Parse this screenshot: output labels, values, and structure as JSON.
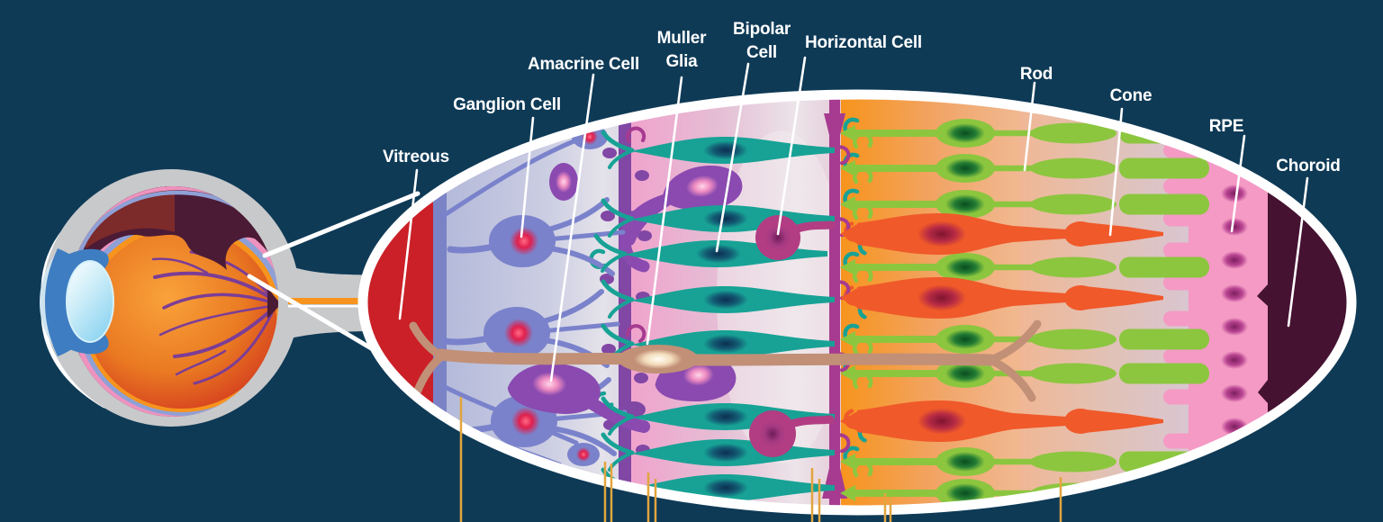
{
  "figure": {
    "description": "Cross-section of a human eye with a magnified elliptical callout of the retina layers and cell types",
    "type": "anatomy-diagram"
  },
  "labels": {
    "vitreous": "Vitreous",
    "ganglion": "Ganglion Cell",
    "amacrine": "Amacrine Cell",
    "muller_line1": "Muller",
    "muller_line2": "Glia",
    "bipolar_line1": "Bipolar",
    "bipolar_line2": "Cell",
    "horizontal": "Horizontal Cell",
    "rod": "Rod",
    "cone": "Cone",
    "rpe": "RPE",
    "choroid": "Choroid"
  },
  "palette": {
    "background": "#0e3a56",
    "callout_border": "#ffffff",
    "vitreous_red": "#cb2027",
    "nerve_fiber_strip": "#7a83c6",
    "ganglion_blue": "#7a82cb",
    "ganglion_nucleus_red": "#e01f4d",
    "amacrine_purple": "#8a4ab0",
    "amacrine_nucleus_pink": "#f2a0c8",
    "bipolar_teal": "#17a295",
    "horizontal_magenta": "#b23d82",
    "ipl_purple": "#8147a5",
    "opl_magenta": "#a63b90",
    "muller_tan": "#c19077",
    "rod_green": "#8cc63f",
    "cone_orange": "#f0592a",
    "onl_orange": "#f7941d",
    "rpe_pink": "#f49ac4",
    "rpe_nucleus": "#a8307f",
    "choroid_maroon": "#451231",
    "leader_gold": "#e2a53d",
    "sclera_gray": "#c8c9cb",
    "iris_blue": "#3e7dc1",
    "lens_blue": "#9fdcf4",
    "vessel_purple": "#7b3d96"
  }
}
